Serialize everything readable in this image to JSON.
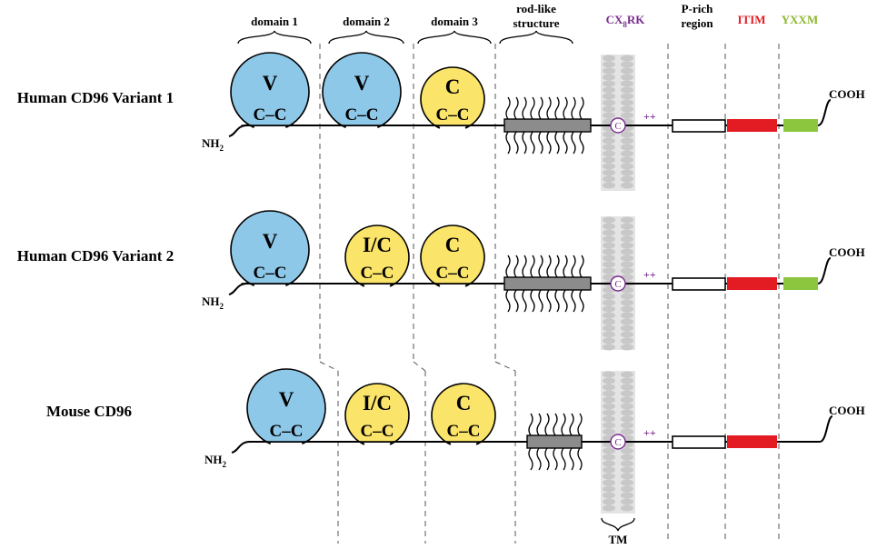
{
  "headers": {
    "domain1": "domain 1",
    "domain2": "domain 2",
    "domain3": "domain 3",
    "rod_line1": "rod-like",
    "rod_line2": "structure",
    "motif_pre": "CX",
    "motif_sub": "8",
    "motif_post": "RK",
    "prich_line1": "P-rich",
    "prich_line2": "region",
    "itim": "ITIM",
    "yxxm": "YXXM"
  },
  "tm_label": "TM",
  "cc_label": "C–C",
  "terminals": {
    "n_main": "NH",
    "n_sub": "2",
    "c": "COOH"
  },
  "rows": [
    {
      "label": "Human CD96 Variant 1",
      "domains": [
        {
          "letter": "V",
          "type": "V"
        },
        {
          "letter": "V",
          "type": "V"
        },
        {
          "letter": "C",
          "type": "C"
        }
      ],
      "rod_segments": "long",
      "cys_mark": "C",
      "charge": "++",
      "has_itim": true,
      "has_yxxm": true
    },
    {
      "label": "Human CD96 Variant 2",
      "domains": [
        {
          "letter": "V",
          "type": "V"
        },
        {
          "letter": "I/C",
          "type": "C"
        },
        {
          "letter": "C",
          "type": "C"
        }
      ],
      "rod_segments": "long",
      "cys_mark": "C",
      "charge": "++",
      "has_itim": true,
      "has_yxxm": true
    },
    {
      "label": "Mouse CD96",
      "domains": [
        {
          "letter": "V",
          "type": "V"
        },
        {
          "letter": "I/C",
          "type": "C"
        },
        {
          "letter": "C",
          "type": "C"
        }
      ],
      "rod_segments": "short",
      "cys_mark": "C",
      "charge": "++",
      "has_itim": true,
      "has_yxxm": false
    }
  ],
  "colors": {
    "v_domain": "#8ec8e8",
    "c_domain": "#fbe46a",
    "rod": "#8c8c8c",
    "itim": "#e31c24",
    "yxxm": "#8cc63f",
    "motif": "#7b2d8e",
    "membrane": "#c8c8c8"
  }
}
